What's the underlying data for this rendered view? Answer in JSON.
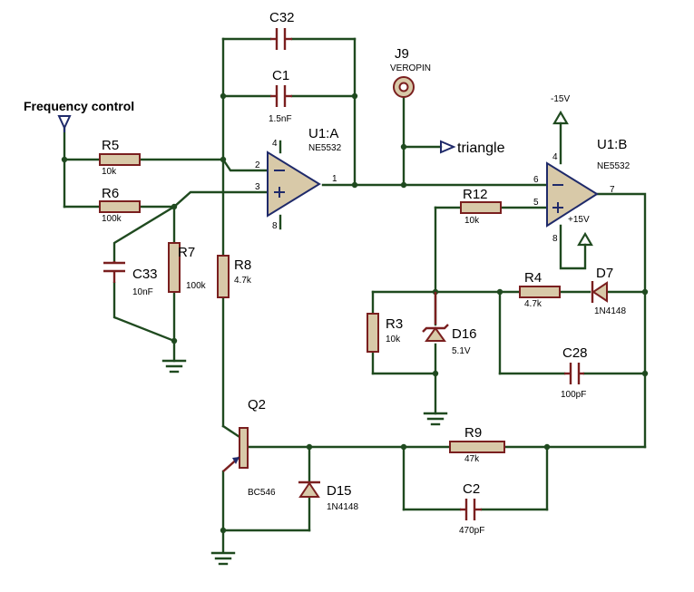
{
  "labels": {
    "frequency_control": "Frequency control",
    "triangle": "triangle",
    "j9": "J9",
    "j9_type": "VEROPIN",
    "u1a": "U1:A",
    "u1a_type": "NE5532",
    "u1b": "U1:B",
    "u1b_type": "NE5532",
    "neg15": "-15V",
    "pos15": "+15V"
  },
  "components": {
    "c32": {
      "ref": "C32",
      "value": ""
    },
    "c1": {
      "ref": "C1",
      "value": "1.5nF"
    },
    "r5": {
      "ref": "R5",
      "value": "10k"
    },
    "r6": {
      "ref": "R6",
      "value": "100k"
    },
    "r7": {
      "ref": "R7",
      "value": "100k"
    },
    "c33": {
      "ref": "C33",
      "value": "10nF"
    },
    "r8": {
      "ref": "R8",
      "value": "4.7k"
    },
    "r12": {
      "ref": "R12",
      "value": "10k"
    },
    "r3": {
      "ref": "R3",
      "value": "10k"
    },
    "d16": {
      "ref": "D16",
      "value": "5.1V"
    },
    "r4": {
      "ref": "R4",
      "value": "4.7k"
    },
    "d7": {
      "ref": "D7",
      "value": "1N4148"
    },
    "c28": {
      "ref": "C28",
      "value": "100pF"
    },
    "q2": {
      "ref": "Q2",
      "value": "BC546"
    },
    "d15": {
      "ref": "D15",
      "value": "1N4148"
    },
    "r9": {
      "ref": "R9",
      "value": "47k"
    },
    "c2": {
      "ref": "C2",
      "value": "470pF"
    }
  },
  "pins": {
    "u1a_minus": "2",
    "u1a_plus": "3",
    "u1a_out": "1",
    "u1a_v4": "4",
    "u1a_v8": "8",
    "u1b_minus": "6",
    "u1b_plus": "5",
    "u1b_out": "7",
    "u1b_v4": "4",
    "u1b_v8": "8"
  }
}
